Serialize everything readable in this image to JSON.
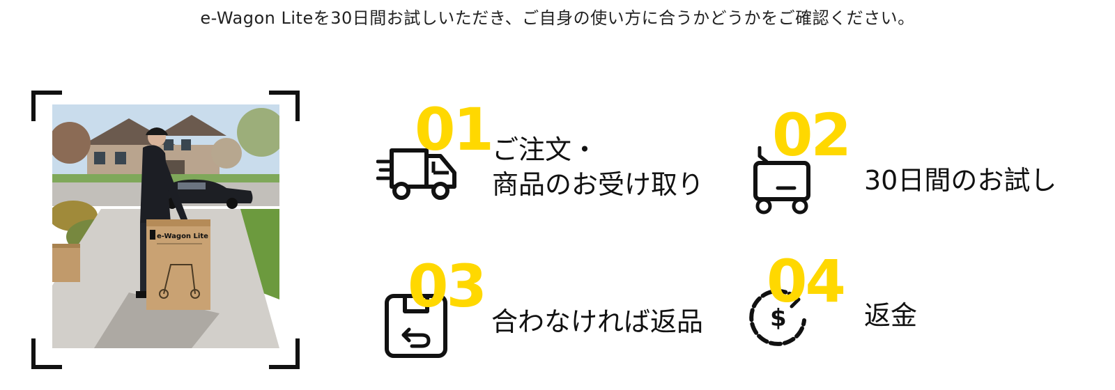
{
  "header": {
    "intro": "e-Wagon Liteを30日間お試しいただき、ご自身の使い方に合うかどうかをご確認ください。"
  },
  "photo": {
    "box_label": "e-Wagon Lite"
  },
  "steps": [
    {
      "number": "01",
      "label_line1": "ご注文・",
      "label_line2": "商品のお受け取り",
      "icon": "delivery-truck-icon"
    },
    {
      "number": "02",
      "label": "30日間のお試し",
      "icon": "wagon-cart-icon"
    },
    {
      "number": "03",
      "label": "合わなければ返品",
      "icon": "return-box-icon"
    },
    {
      "number": "04",
      "label": "返金",
      "icon": "refund-dollar-icon"
    }
  ],
  "colors": {
    "accent": "#FFD800",
    "text": "#111111"
  }
}
